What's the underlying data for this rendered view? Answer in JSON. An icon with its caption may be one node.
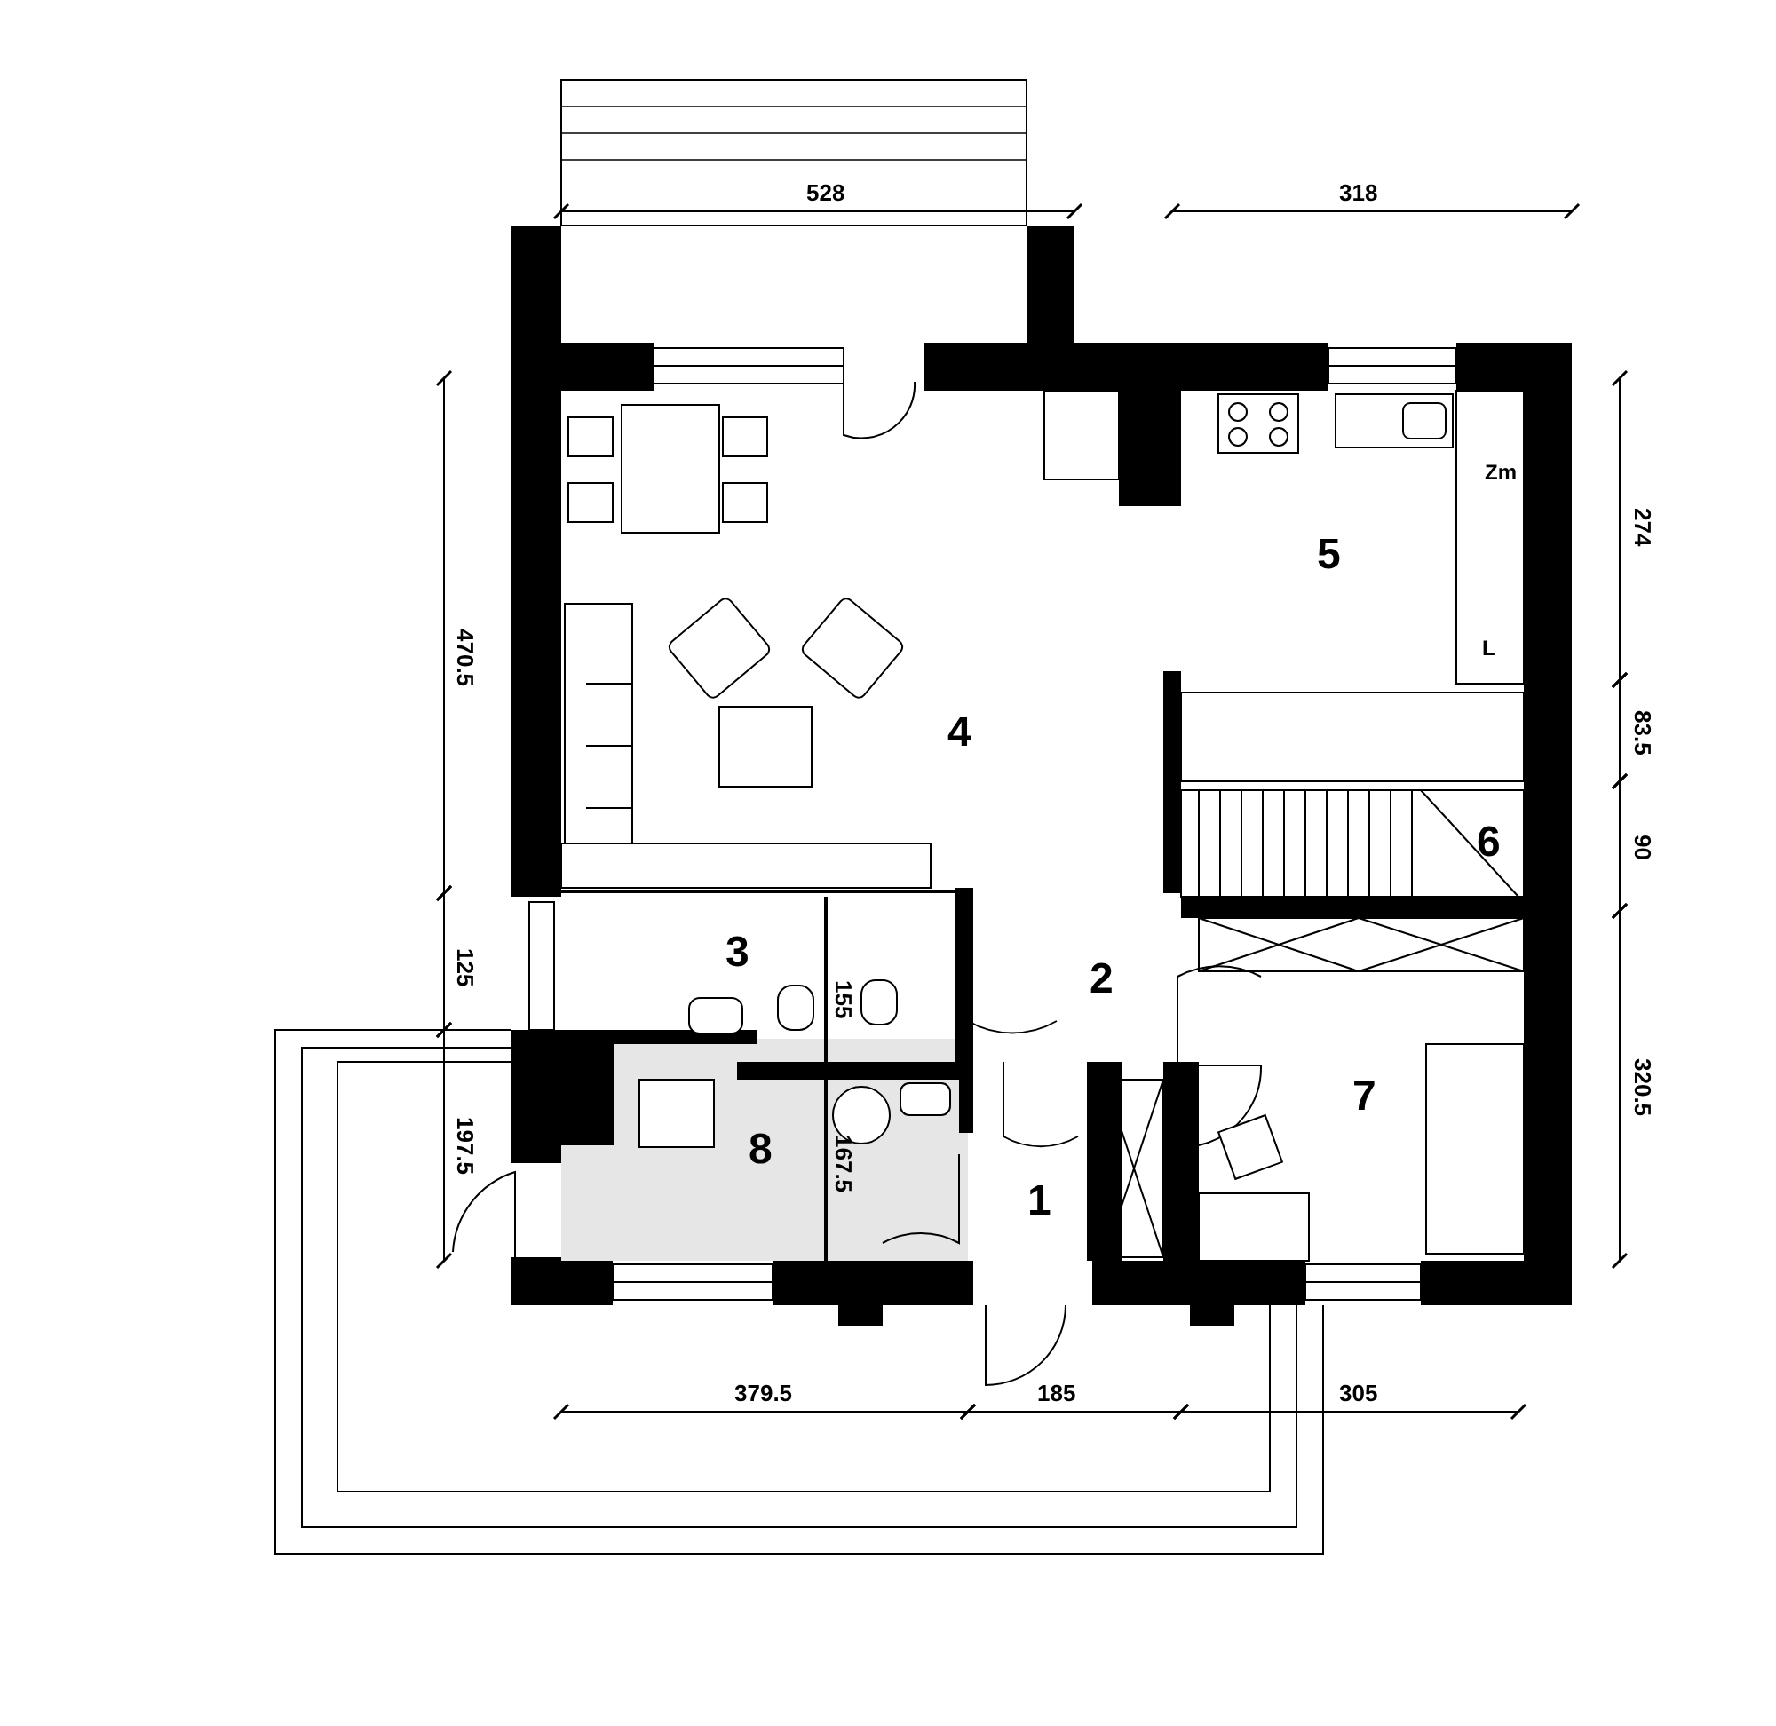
{
  "diagram": {
    "labels": [
      "528",
      "318",
      "Zm",
      "274",
      "5",
      "470.5",
      "L",
      "4",
      "83.5",
      "6",
      "90",
      "3",
      "125",
      "155",
      "2",
      "320.5",
      "7",
      "197.5",
      "8",
      "167.5",
      "1",
      "379.5",
      "185",
      "305"
    ]
  }
}
